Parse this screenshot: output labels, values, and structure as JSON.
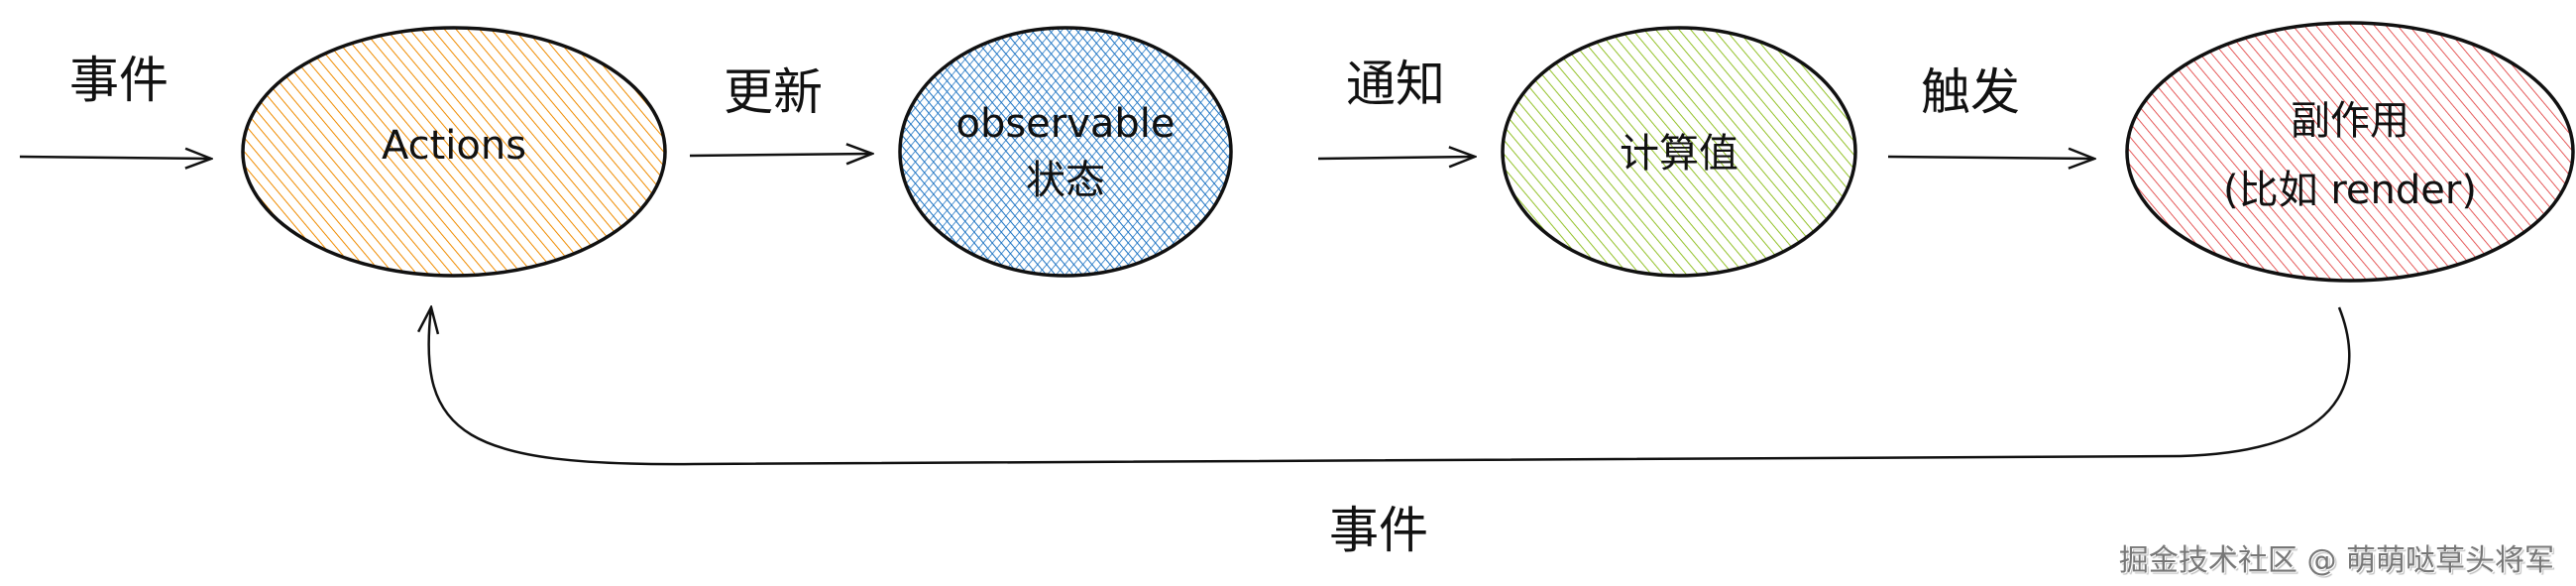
{
  "nodes": [
    {
      "label": "Actions",
      "color": "#f08c00"
    },
    {
      "label": "observable",
      "label2": "状态",
      "color": "#1971c2"
    },
    {
      "label": "计算值",
      "color": "#94c22a"
    },
    {
      "label": "副作用",
      "label2": "(比如 render)",
      "color": "#e03131"
    }
  ],
  "edges": {
    "input": "事件",
    "update": "更新",
    "notify": "通知",
    "trigger": "触发",
    "feedback": "事件"
  },
  "watermark": "掘金技术社区 @ 萌萌哒草头将军"
}
